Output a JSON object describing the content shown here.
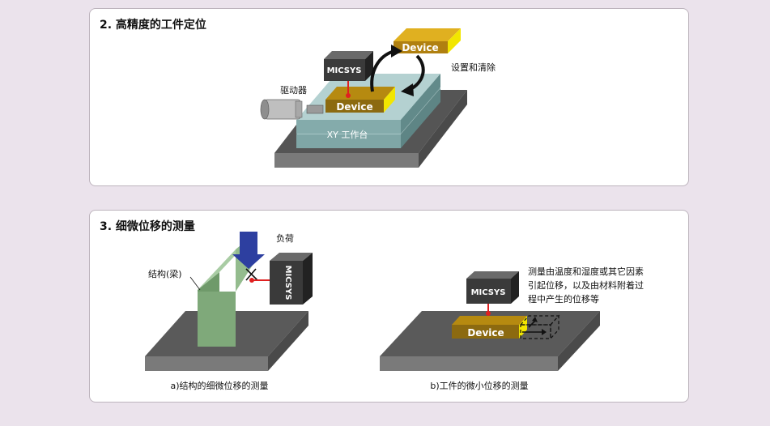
{
  "section1": {
    "title": "2. 高精度的工件定位",
    "device_label_top": "Device",
    "device_label_mid": "Device",
    "micsys_label": "MICSYS",
    "actuator_label": "驱动器",
    "setup_label": "设置和清除",
    "stage_label": "XY 工作台"
  },
  "section2": {
    "title": "3. 细微位移的测量",
    "load_label": "负荷",
    "beam_label": "结构(梁)",
    "micsys_left": "MICSYS",
    "micsys_right": "MICSYS",
    "device_label": "Device",
    "desc_line1": "测量由温度和湿度或其它因素",
    "desc_line2": "引起位移，以及由材料附着过",
    "desc_line3": "程中产生的位移等",
    "caption_a": "a)结构的细微位移的测量",
    "caption_b": "b)工件的微小位移的测量"
  },
  "colors": {
    "device_top": "#c8960a",
    "device_front": "#8c6a10",
    "device_edge": "#f2e600",
    "micsys_box": "#3a3a3a",
    "stage_teal": "#7fa6a6",
    "base_gray": "#6e6e6e",
    "beam_green": "#8fb58a",
    "load_arrow": "#2d3fa0",
    "sensor_red": "#e02020"
  }
}
